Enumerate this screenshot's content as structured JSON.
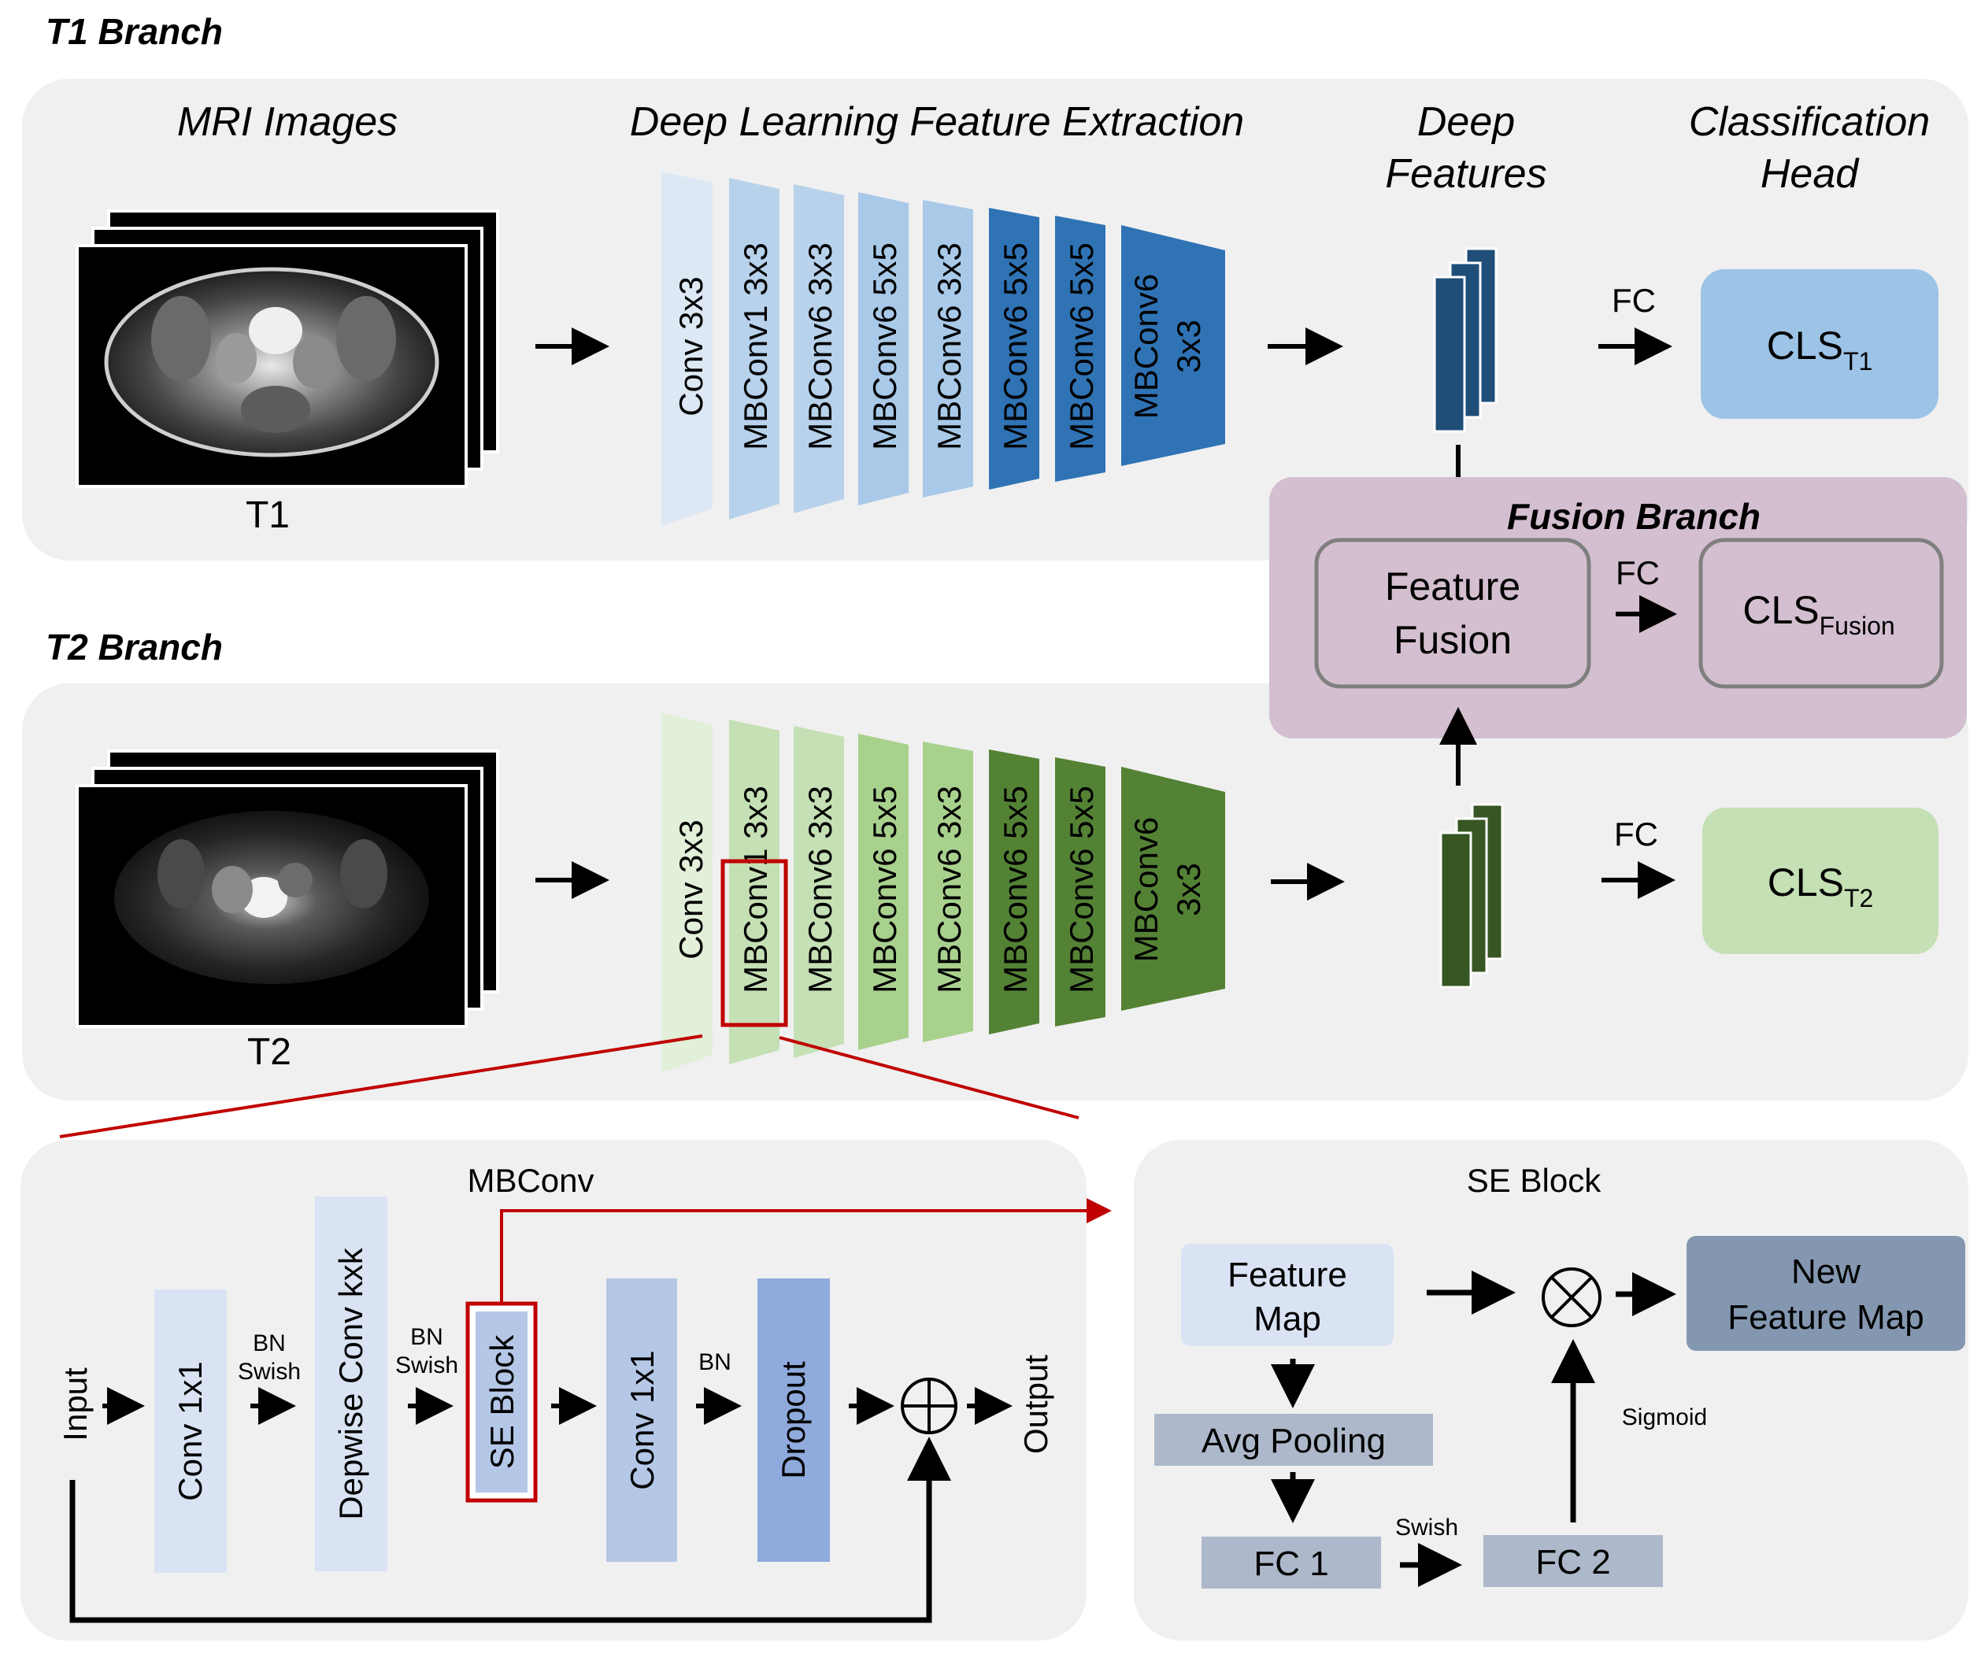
{
  "t1_branch": {
    "title": "T1 Branch",
    "col_mri": "MRI Images",
    "col_extract": "Deep Learning Feature Extraction",
    "col_deep_1": "Deep",
    "col_deep_2": "Features",
    "col_head_1": "Classification",
    "col_head_2": "Head",
    "image_label": "T1",
    "layers": [
      "Conv 3x3",
      "MBConv1 3x3",
      "MBConv6 3x3",
      "MBConv6 5x5",
      "MBConv6 3x3",
      "MBConv6 5x5",
      "MBConv6 5x5",
      "MBConv6",
      "3x3"
    ],
    "fc": "FC",
    "cls": "CLS",
    "cls_sub": "T1"
  },
  "t2_branch": {
    "title": "T2 Branch",
    "image_label": "T2",
    "layers": [
      "Conv 3x3",
      "MBConv1 3x3",
      "MBConv6 3x3",
      "MBConv6 5x5",
      "MBConv6 3x3",
      "MBConv6 5x5",
      "MBConv6 5x5",
      "MBConv6",
      "3x3"
    ],
    "fc": "FC",
    "cls": "CLS",
    "cls_sub": "T2"
  },
  "fusion_branch": {
    "title": "Fusion Branch",
    "feature_1": "Feature",
    "feature_2": "Fusion",
    "fc": "FC",
    "cls": "CLS",
    "cls_sub": "Fusion"
  },
  "mbconv": {
    "title": "MBConv",
    "input": "Input",
    "conv1": "Conv 1x1",
    "bn_swish_1a": "BN",
    "bn_swish_1b": "Swish",
    "depwise": "Depwise Conv kxk",
    "bn_swish_2a": "BN",
    "bn_swish_2b": "Swish",
    "se_block": "SE Block",
    "conv2": "Conv 1x1",
    "bn": "BN",
    "dropout": "Dropout",
    "output": "Output"
  },
  "se_block": {
    "title": "SE Block",
    "feature_map_1": "Feature",
    "feature_map_2": "Map",
    "avg_pooling": "Avg Pooling",
    "fc1": "FC 1",
    "swish": "Swish",
    "fc2": "FC 2",
    "sigmoid": "Sigmoid",
    "new_map_1": "New",
    "new_map_2": "Feature Map"
  },
  "colors": {
    "panel": "#f0f0f0",
    "fusion_panel": "#d3bfcf",
    "blue_light": "#dce8f4",
    "blue_mid": "#b8d2ec",
    "blue_dark": "#2f73b5",
    "deep_blue": "#1f4e79",
    "cls_t1": "#9dc3e6",
    "green_light": "#e2efd9",
    "green_mid": "#c5e0b4",
    "green_dark": "#548235",
    "deep_green": "#375623",
    "cls_t2": "#c5e0b4",
    "highlight": "#c00000"
  }
}
